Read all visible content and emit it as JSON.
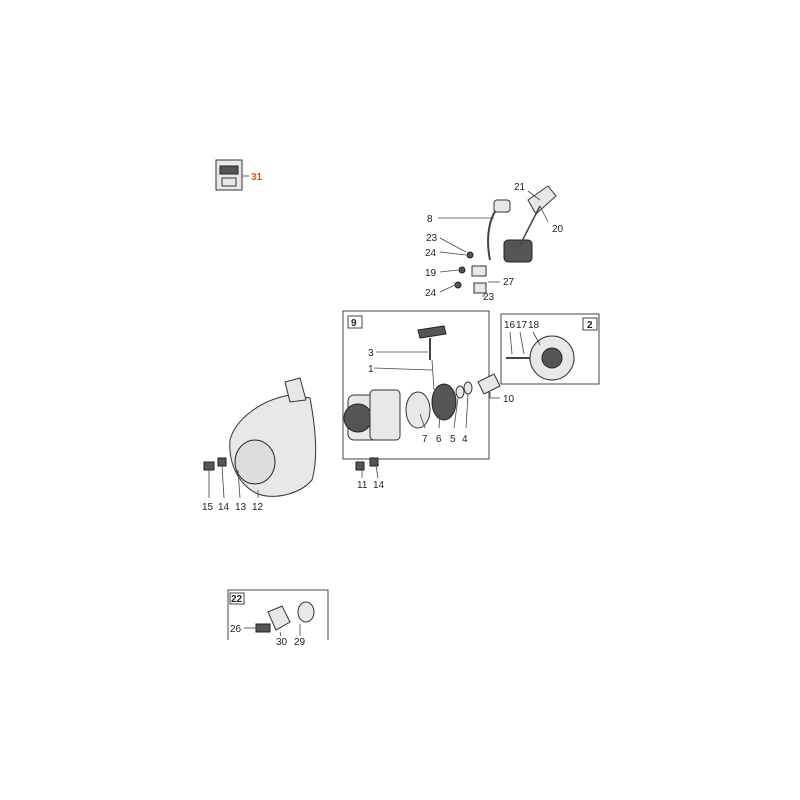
{
  "callouts": {
    "c31": "31",
    "c21": "21",
    "c20": "20",
    "c8": "8",
    "c23a": "23",
    "c24a": "24",
    "c19": "19",
    "c27": "27",
    "c24b": "24",
    "c23b": "23",
    "c3": "3",
    "c1": "1",
    "c7": "7",
    "c6": "6",
    "c5": "5",
    "c4": "4",
    "c10": "10",
    "c16": "16",
    "c17": "17",
    "c18": "18",
    "c11": "11",
    "c14a": "14",
    "c15": "15",
    "c14b": "14",
    "c13": "13",
    "c12": "12",
    "c26": "26",
    "c30": "30",
    "c29": "29"
  },
  "box_labels": {
    "b9": "9",
    "b2": "2",
    "b22": "22"
  },
  "colors": {
    "highlight": "#d2571f",
    "line": "#444444"
  }
}
